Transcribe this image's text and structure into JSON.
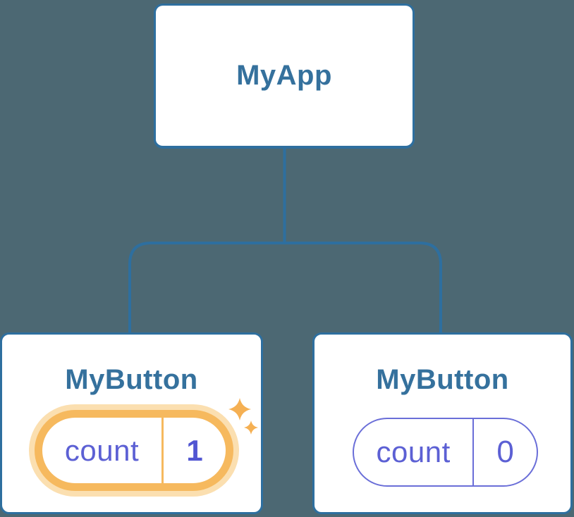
{
  "canvas": {
    "description": "React component tree diagram showing isolated state",
    "colors": {
      "canvas_background": "#4C6873",
      "card_border": "#2E6F9F",
      "card_background": "#FFFFFF",
      "title_text": "#35719D",
      "connector": "#2E6F9F",
      "state_text": "#5C60D4",
      "state_value_text": "#5156D2",
      "state_border": "#6A6ED8",
      "highlight_orange": "#F6B95E",
      "highlight_halo": "#FBDFB0",
      "sparkle": "#F5B053"
    }
  },
  "tree": {
    "root": {
      "title": "MyApp"
    },
    "children": [
      {
        "title": "MyButton",
        "state": {
          "key": "count",
          "value": "1"
        },
        "highlighted": true
      },
      {
        "title": "MyButton",
        "state": {
          "key": "count",
          "value": "0"
        },
        "highlighted": false
      }
    ]
  }
}
